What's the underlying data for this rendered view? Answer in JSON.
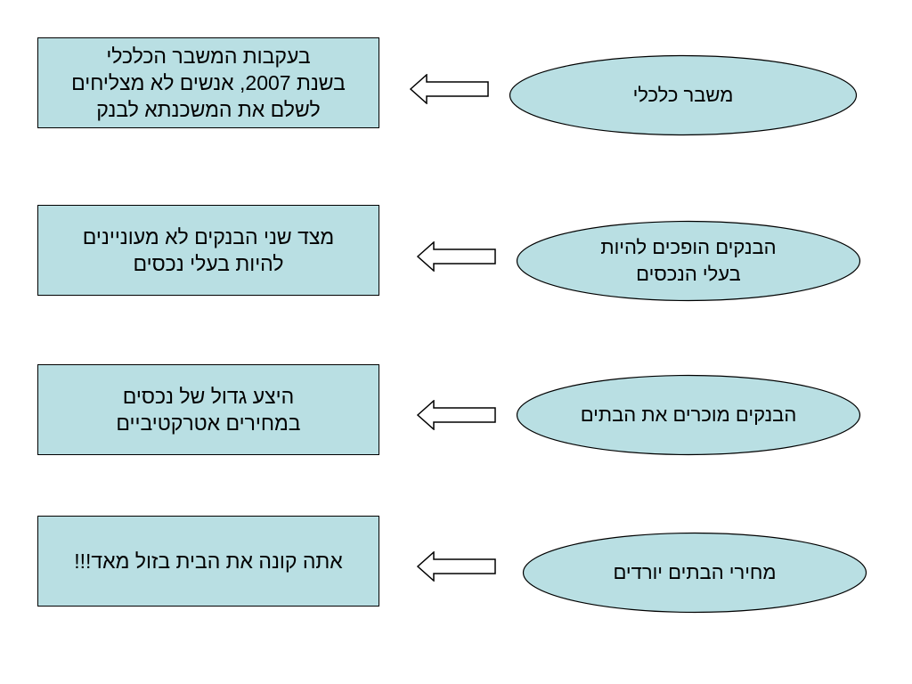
{
  "rows": [
    {
      "cause": "משבר כלכלי",
      "effect": "בעקבות המשבר הכלכלי\nבשנת 2007, אנשים לא מצליחים\nלשלם את המשכנתא לבנק"
    },
    {
      "cause": "הבנקים הופכים להיות\nבעלי הנכסים",
      "effect": "מצד שני הבנקים לא מעוניינים\nלהיות בעלי נכסים"
    },
    {
      "cause": "הבנקים מוכרים את הבתים",
      "effect": "היצע גדול של נכסים\nבמחירים אטרקטיביים"
    },
    {
      "cause": "מחירי הבתים יורדים",
      "effect": "אתה קונה את הבית בזול מאד!!!"
    }
  ],
  "colors": {
    "shape_fill": "#b9dfe3",
    "outline": "#000000",
    "arrow_fill": "#ffffff",
    "background": "#ffffff"
  }
}
